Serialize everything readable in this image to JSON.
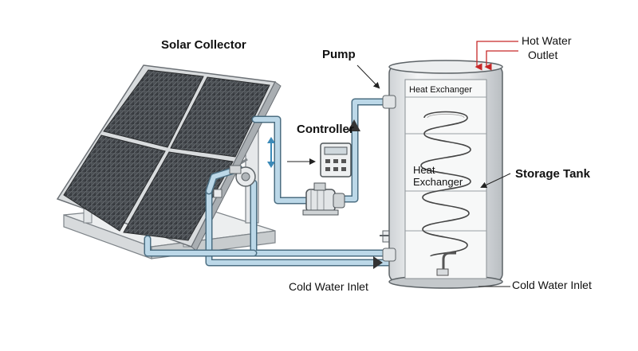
{
  "labels": {
    "solar_collector": "Solar Collector",
    "pump": "Pump",
    "controller": "Controller",
    "hot_water_line1": "Hot Water",
    "hot_water_line2": "Outlet",
    "heat_exchanger_top": "Heat Exchanger",
    "heat_exchanger_mid_line1": "Heat",
    "heat_exchanger_mid_line2": "Exchanger",
    "storage_tank": "Storage Tank",
    "cold_water_inlet_left": "Cold Water Inlet",
    "cold_water_inlet_right": "Cold Water Inlet"
  },
  "colors": {
    "pipe": "#bcd8e8",
    "pipe_outline": "#4b6e82",
    "panel_dark": "#3f4347",
    "hot_arrow": "#c62828"
  }
}
